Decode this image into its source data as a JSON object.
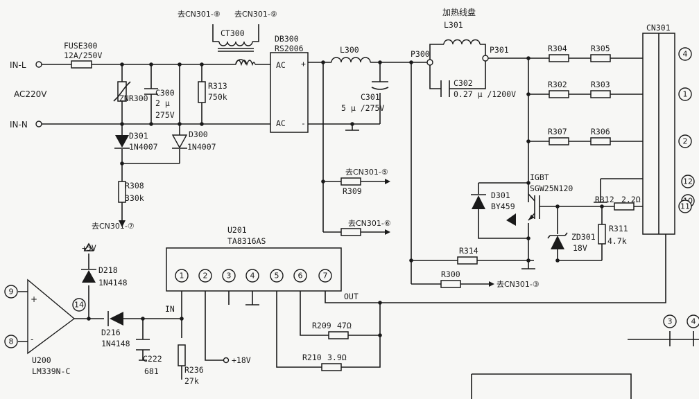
{
  "labels": {
    "in_l": "IN-L",
    "ac220v": "AC220V",
    "in_n": "IN-N",
    "fuse300": "FUSE300",
    "fuse300_val": "12A/250V",
    "znr300": "ZNR300",
    "c300": "C300",
    "c300_v1": "2 μ",
    "c300_v2": "275V",
    "r313": "R313",
    "r313_val": "750k",
    "ct300": "CT300",
    "cn301_8": "去CN301-⑧",
    "cn301_9": "去CN301-⑨",
    "db300": "DB300",
    "db300_val": "RS2006",
    "ac_top": "AC",
    "ac_bot": "AC",
    "plus": "+",
    "minus": "-",
    "l300": "L300",
    "c301": "C301",
    "c301_val": "5 μ /275V",
    "d301a": "D301",
    "d301a_val": "1N4007",
    "d300": "D300",
    "d300_val": "1N4007",
    "r308": "R308",
    "r308_val": "330k",
    "cn301_7": "去CN301-⑦",
    "cn301_5": "去CN301-⑤",
    "r309": "R309",
    "cn301_6": "去CN301-⑥",
    "p300": "P300",
    "heating_coil": "加热线盘",
    "l301": "L301",
    "p301": "P301",
    "c302": "C302",
    "c302_val": "0.27 μ /1200V",
    "r304": "R304",
    "r305": "R305",
    "r302": "R302",
    "r303": "R303",
    "r307": "R307",
    "r306": "R306",
    "cn301": "CN301",
    "igbt": "IGBT",
    "igbt_val": "SGW25N120",
    "d301b": "D301",
    "d301b_val": "BY459",
    "r312": "R312",
    "r312_val": "2.2Ω",
    "zd301": "ZD301",
    "zd301_val": "18V",
    "r311": "R311",
    "r311_val": "4.7k",
    "r314": "R314",
    "r300": "R300",
    "cn301_3": "去CN301-③",
    "u201": "U201",
    "u201_val": "TA8316AS",
    "in_pin": "IN",
    "out": "OUT",
    "r209": "R209",
    "r209_val": "47Ω",
    "r210": "R210",
    "r210_val": "3.9Ω",
    "r236": "R236",
    "r236_val": "27k",
    "plus18v": "+18V",
    "plus5v": "+5V",
    "d218": "D218",
    "d218_val": "1N4148",
    "d216": "D216",
    "d216_val": "1N4148",
    "c222": "C222",
    "c222_val": "681",
    "u200": "U200",
    "u200_val": "LM339N-C",
    "plus_in": "+",
    "minus_in": "-"
  },
  "pins": {
    "cn301_4": "4",
    "cn301_1": "1",
    "cn301_2": "2",
    "cn301_12": "12",
    "cn301_10": "10",
    "cn301_11": "11",
    "u201_1": "1",
    "u201_2": "2",
    "u201_3": "3",
    "u201_4": "4",
    "u201_5": "5",
    "u201_6": "6",
    "u201_7": "7",
    "u200_9": "9",
    "u200_8": "8",
    "u200_14": "14",
    "edge_3": "3",
    "edge_4": "4"
  }
}
